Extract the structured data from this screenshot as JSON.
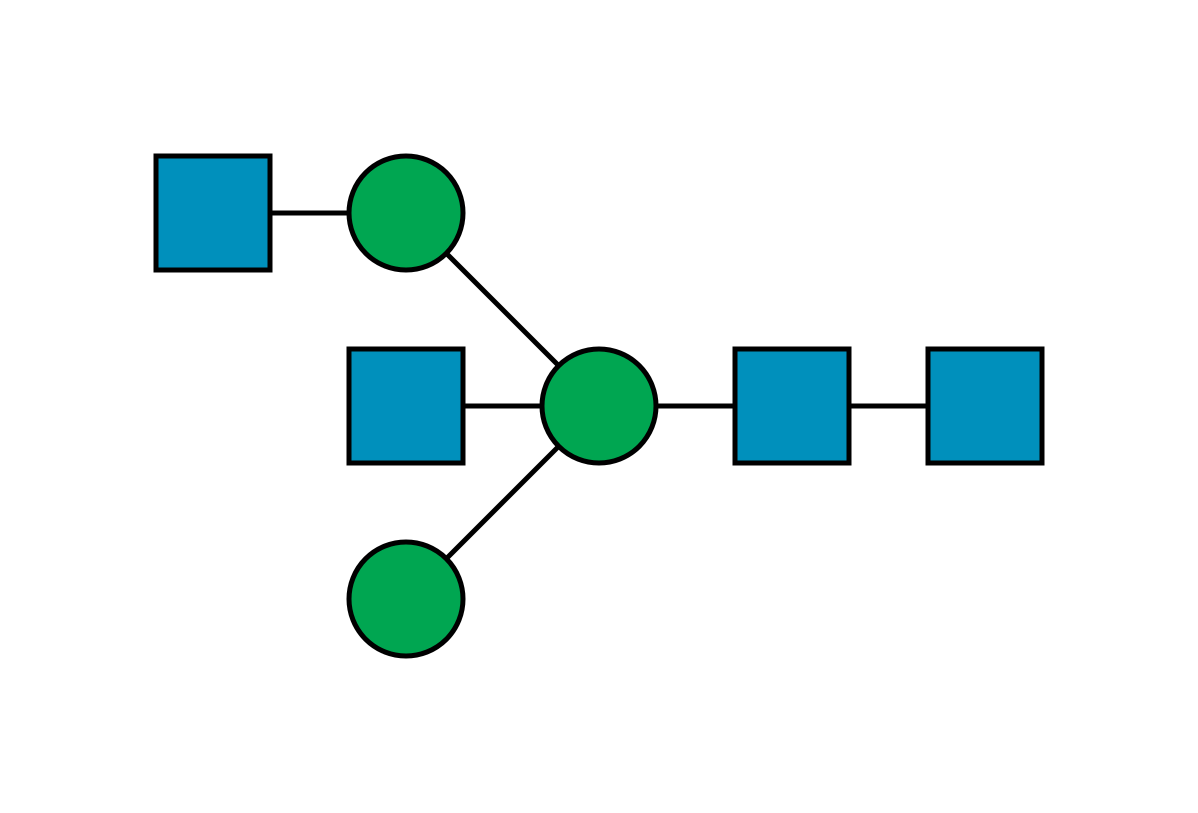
{
  "diagram": {
    "type": "glycan-structure",
    "colors": {
      "square": "#0090BC",
      "circle": "#00A651",
      "outline": "#000000",
      "bond": "#000000",
      "background": "#FFFFFF"
    },
    "residues": [
      {
        "id": "s1",
        "shape": "square",
        "icon": "blue-square-residue"
      },
      {
        "id": "c1",
        "shape": "circle",
        "icon": "green-circle-residue"
      },
      {
        "id": "s2",
        "shape": "square",
        "icon": "blue-square-residue"
      },
      {
        "id": "c2",
        "shape": "circle",
        "icon": "green-circle-residue"
      },
      {
        "id": "s3",
        "shape": "square",
        "icon": "blue-square-residue"
      },
      {
        "id": "s4",
        "shape": "square",
        "icon": "blue-square-residue"
      },
      {
        "id": "c3",
        "shape": "circle",
        "icon": "green-circle-residue"
      }
    ],
    "bonds": [
      {
        "from": "s1",
        "to": "c1"
      },
      {
        "from": "c1",
        "to": "c2"
      },
      {
        "from": "s2",
        "to": "c2"
      },
      {
        "from": "c2",
        "to": "s3"
      },
      {
        "from": "s3",
        "to": "s4"
      },
      {
        "from": "c3",
        "to": "c2"
      }
    ]
  }
}
